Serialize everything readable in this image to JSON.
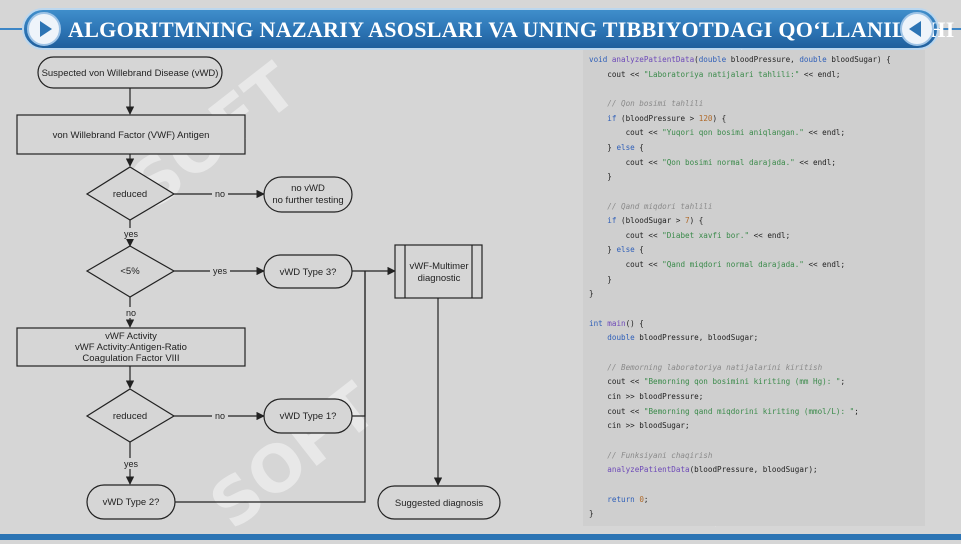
{
  "header": {
    "title": "ALGORITMNING NAZARIY ASOSLARI VA UNING TIBBIYOTDAGI QO‘LLANILISHI",
    "nav_prev_icon": "play-right-icon",
    "nav_next_icon": "play-left-icon"
  },
  "flowchart": {
    "nodes": {
      "start": "Suspected von Willebrand Disease (vWD)",
      "antigen": "von Willebrand Factor (VWF) Antigen",
      "reduced_1": "reduced",
      "no_vwd_1": "no vWD",
      "no_vwd_2": "no further testing",
      "lt5": "<5%",
      "type3": "vWD Type 3?",
      "multimer_1": "vWF-Multimer",
      "multimer_2": "diagnostic",
      "activity_1": "vWF Activity",
      "activity_2": "vWF Activity:Antigen-Ratio",
      "activity_3": "Coagulation Factor VIII",
      "reduced_2": "reduced",
      "type1": "vWD Type 1?",
      "type2": "vWD Type 2?",
      "suggested": "Suggested diagnosis"
    },
    "edges": {
      "no_1": "no",
      "yes_1": "yes",
      "yes_2": "yes",
      "no_2": "no",
      "no_3": "no",
      "yes_3": "yes"
    }
  },
  "code": {
    "lines": [
      [
        [
          "kw",
          "void "
        ],
        [
          "fn",
          "analyzePatientData"
        ],
        [
          "t",
          "("
        ],
        [
          "kw",
          "double"
        ],
        [
          "t",
          " bloodPressure, "
        ],
        [
          "kw",
          "double"
        ],
        [
          "t",
          " bloodSugar) {"
        ]
      ],
      [
        [
          "t",
          "    cout << "
        ],
        [
          "str",
          "\"Laboratoriya natijalari tahlili:\""
        ],
        [
          "t",
          " << endl;"
        ]
      ],
      [],
      [
        [
          "cm",
          "    // Qon bosimi tahlili"
        ]
      ],
      [
        [
          "t",
          "    "
        ],
        [
          "kw",
          "if"
        ],
        [
          "t",
          " (bloodPressure > "
        ],
        [
          "num",
          "120"
        ],
        [
          "t",
          ") {"
        ]
      ],
      [
        [
          "t",
          "        cout << "
        ],
        [
          "str",
          "\"Yuqori qon bosimi aniqlangan.\""
        ],
        [
          "t",
          " << endl;"
        ]
      ],
      [
        [
          "t",
          "    } "
        ],
        [
          "kw",
          "else"
        ],
        [
          "t",
          " {"
        ]
      ],
      [
        [
          "t",
          "        cout << "
        ],
        [
          "str",
          "\"Qon bosimi normal darajada.\""
        ],
        [
          "t",
          " << endl;"
        ]
      ],
      [
        [
          "t",
          "    }"
        ]
      ],
      [],
      [
        [
          "cm",
          "    // Qand miqdori tahlili"
        ]
      ],
      [
        [
          "t",
          "    "
        ],
        [
          "kw",
          "if"
        ],
        [
          "t",
          " (bloodSugar > "
        ],
        [
          "num",
          "7"
        ],
        [
          "t",
          ") {"
        ]
      ],
      [
        [
          "t",
          "        cout << "
        ],
        [
          "str",
          "\"Diabet xavfi bor.\""
        ],
        [
          "t",
          " << endl;"
        ]
      ],
      [
        [
          "t",
          "    } "
        ],
        [
          "kw",
          "else"
        ],
        [
          "t",
          " {"
        ]
      ],
      [
        [
          "t",
          "        cout << "
        ],
        [
          "str",
          "\"Qand miqdori normal darajada.\""
        ],
        [
          "t",
          " << endl;"
        ]
      ],
      [
        [
          "t",
          "    }"
        ]
      ],
      [
        [
          "t",
          "}"
        ]
      ],
      [],
      [
        [
          "kw",
          "int "
        ],
        [
          "fn",
          "main"
        ],
        [
          "t",
          "() {"
        ]
      ],
      [
        [
          "t",
          "    "
        ],
        [
          "kw",
          "double"
        ],
        [
          "t",
          " bloodPressure, bloodSugar;"
        ]
      ],
      [],
      [
        [
          "cm",
          "    // Bemorning laboratoriya natijalarini kiritish"
        ]
      ],
      [
        [
          "t",
          "    cout << "
        ],
        [
          "str",
          "\"Bemorning qon bosimini kiriting (mm Hg): \""
        ],
        [
          "t",
          ";"
        ]
      ],
      [
        [
          "t",
          "    cin >> bloodPressure;"
        ]
      ],
      [
        [
          "t",
          "    cout << "
        ],
        [
          "str",
          "\"Bemorning qand miqdorini kiriting (mmol/L): \""
        ],
        [
          "t",
          ";"
        ]
      ],
      [
        [
          "t",
          "    cin >> bloodSugar;"
        ]
      ],
      [],
      [
        [
          "cm",
          "    // Funksiyani chaqirish"
        ]
      ],
      [
        [
          "t",
          "    "
        ],
        [
          "fn",
          "analyzePatientData"
        ],
        [
          "t",
          "(bloodPressure, bloodSugar);"
        ]
      ],
      [],
      [
        [
          "t",
          "    "
        ],
        [
          "kw",
          "return"
        ],
        [
          "t",
          " "
        ],
        [
          "num",
          "0"
        ],
        [
          "t",
          ";"
        ]
      ],
      [
        [
          "t",
          "}"
        ]
      ]
    ]
  },
  "watermark": "SOFT",
  "colors": {
    "header_blue": "#2c74b4",
    "background": "#d6d6d6",
    "keyword": "#2f5fb8",
    "function": "#6d49b8",
    "string": "#3a8a4a",
    "comment": "#8a8a8a"
  }
}
